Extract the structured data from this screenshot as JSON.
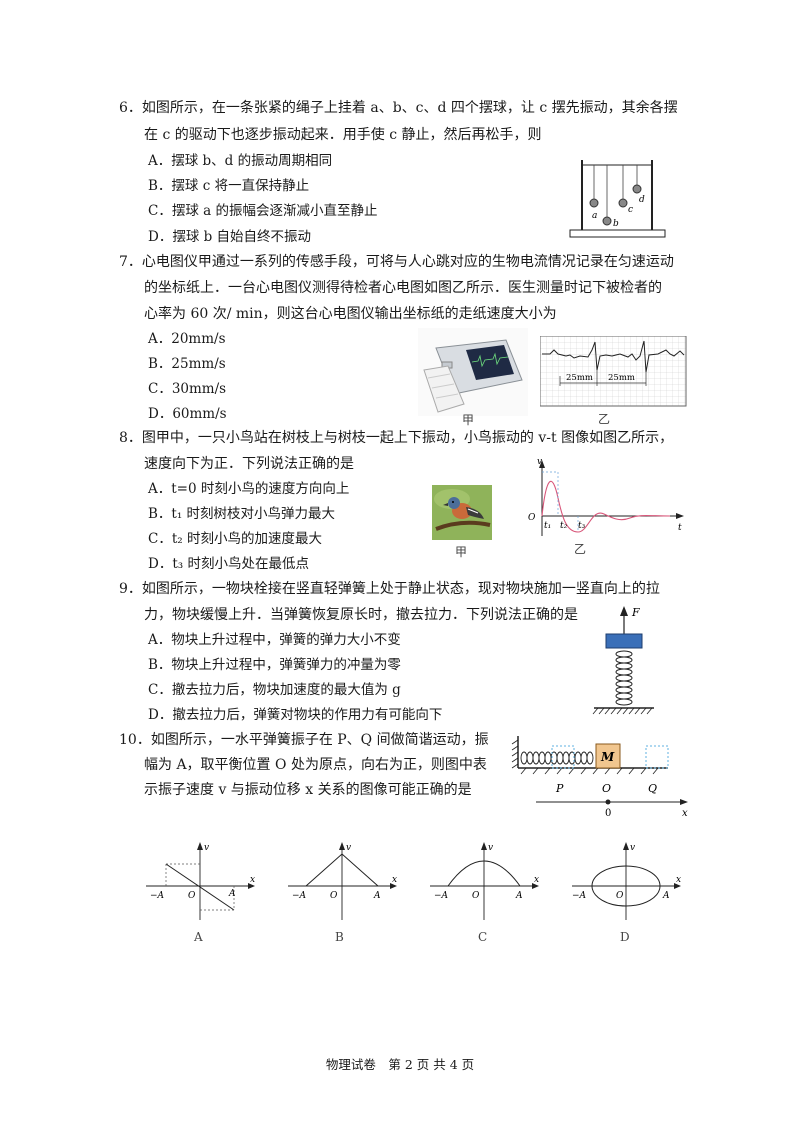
{
  "q6": {
    "line1": "6．如图所示，在一条张紧的绳子上挂着 a、b、c、d 四个摆球，让 c 摆先振动，其余各摆",
    "line2": "在 c 的驱动下也逐步振动起来．用手使 c 静止，然后再松手，则",
    "options": [
      "A．摆球 b、d 的振动周期相同",
      "B．摆球 c 将一直保持静止",
      "C．摆球 a 的振幅会逐渐减小直至静止",
      "D．摆球 b 自始自终不振动"
    ],
    "figure_labels": {
      "a": "a",
      "b": "b",
      "c": "c",
      "d": "d"
    }
  },
  "q7": {
    "line1": "7．心电图仪甲通过一系列的传感手段，可将与人心跳对应的生物电流情况记录在匀速运动",
    "line2": "的坐标纸上．一台心电图仪测得待检者心电图如图乙所示．医生测量时记下被检者的",
    "line3": "心率为 60 次/ min，则这台心电图仪输出坐标纸的走纸速度大小为",
    "options": [
      "A．20mm/s",
      "B．25mm/s",
      "C．30mm/s",
      "D．60mm/s"
    ],
    "label_jia": "甲",
    "label_yi": "乙",
    "dim1": "25mm",
    "dim2": "25mm"
  },
  "q8": {
    "line1": "8．图甲中，一只小鸟站在树枝上与树枝一起上下振动，小鸟振动的 v-t 图像如图乙所示，",
    "line2": "速度向下为正．下列说法正确的是",
    "options": [
      "A．t=0 时刻小鸟的速度方向向上",
      "B．t₁ 时刻树枝对小鸟弹力最大",
      "C．t₂ 时刻小鸟的加速度最大",
      "D．t₃ 时刻小鸟处在最低点"
    ],
    "label_jia": "甲",
    "label_yi": "乙",
    "axis_v": "v",
    "axis_t": "t",
    "origin": "O",
    "t1": "t₁",
    "t2": "t₂",
    "t3": "t₃"
  },
  "q9": {
    "line1": "9．如图所示，一物块栓接在竖直轻弹簧上处于静止状态，现对物块施加一竖直向上的拉",
    "line2": "力，物块缓慢上升．当弹簧恢复原长时，撤去拉力．下列说法正确的是",
    "options": [
      "A．物块上升过程中，弹簧的弹力大小不变",
      "B．物块上升过程中，弹簧弹力的冲量为零",
      "C．撤去拉力后，物块加速度的最大值为 g",
      "D．撤去拉力后，弹簧对物块的作用力有可能向下"
    ],
    "force": "F"
  },
  "q10": {
    "line1": "10．如图所示，一水平弹簧振子在 P、Q 间做简谐运动，振",
    "line2": "幅为 A，取平衡位置 O 处为原点，向右为正，则图中表",
    "line3": "示振子速度 v 与振动位移 x 关系的图像可能正确的是",
    "mass": "M",
    "P": "P",
    "O": "O",
    "Q": "Q",
    "zero": "0",
    "x": "x",
    "graphs": [
      {
        "caption": "A",
        "v": "v",
        "x": "x",
        "O": "O",
        "negA": "−A",
        "posA": "A"
      },
      {
        "caption": "B",
        "v": "v",
        "x": "x",
        "O": "O",
        "negA": "−A",
        "posA": "A"
      },
      {
        "caption": "C",
        "v": "v",
        "x": "x",
        "O": "O",
        "negA": "−A",
        "posA": "A"
      },
      {
        "caption": "D",
        "v": "v",
        "x": "x",
        "O": "O",
        "negA": "−A",
        "posA": "A"
      }
    ]
  },
  "footer": "物理试卷　第 2 页 共 4 页"
}
